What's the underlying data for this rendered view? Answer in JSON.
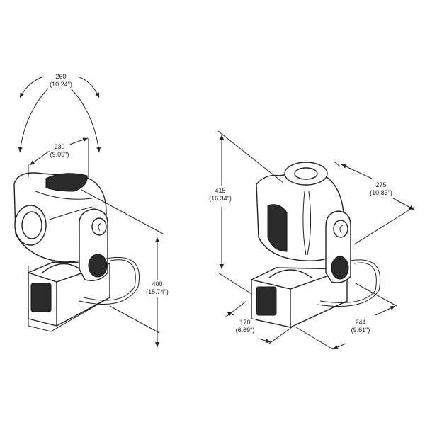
{
  "dimensions": {
    "tilt_arc": {
      "mm": "260",
      "inch": "(10.24\")"
    },
    "head_width": {
      "mm": "230",
      "inch": "(9.05\")"
    },
    "height_left": {
      "mm": "400",
      "inch": "(15.74\")"
    },
    "height_right": {
      "mm": "415",
      "inch": "(16.34\")"
    },
    "head_depth": {
      "mm": "275",
      "inch": "(10.83\")"
    },
    "base_depth": {
      "mm": "170",
      "inch": "(6.69\")"
    },
    "base_width": {
      "mm": "244",
      "inch": "(9.61\")"
    }
  }
}
